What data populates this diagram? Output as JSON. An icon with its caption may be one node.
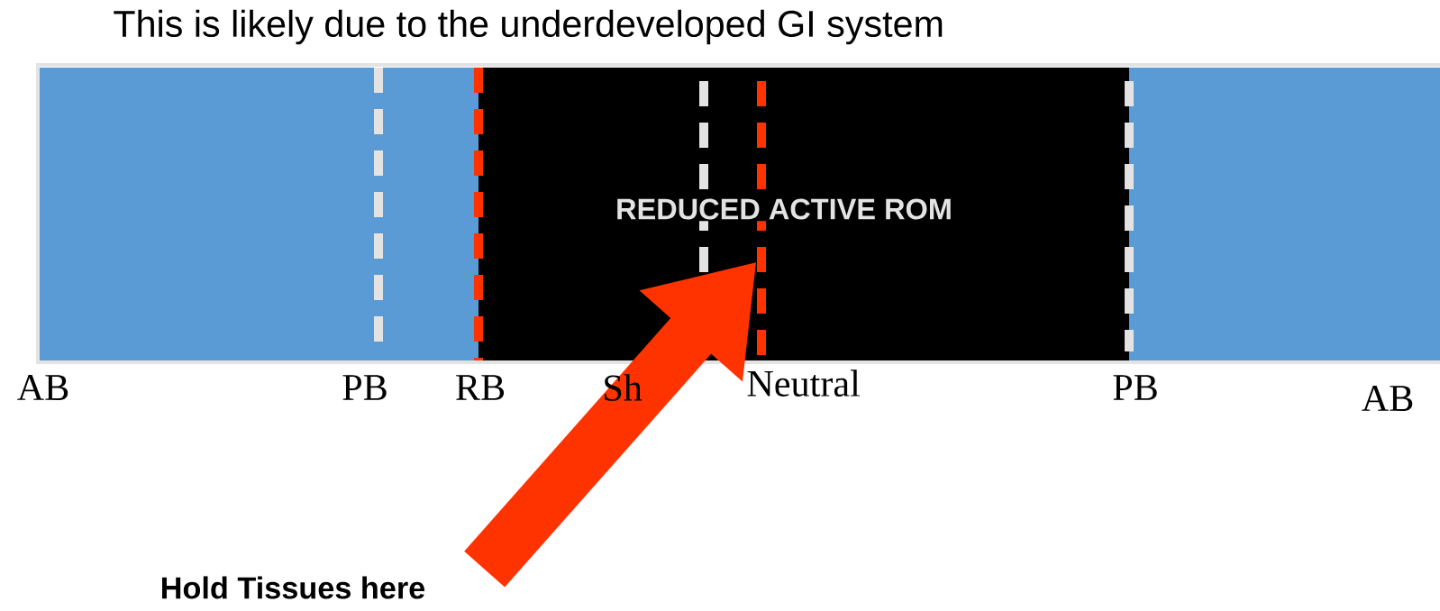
{
  "diagram": {
    "title": "This is likely due to the underdeveloped GI system",
    "nodes": [
      {
        "text": [],
        "shape": "bar"
      },
      {
        "text": [
          "REDUCED ACTIVE ROM"
        ]
      },
      {
        "text": [],
        "shape": "bar"
      },
      {
        "text": [
          "Hold Tissues here"
        ]
      },
      {
        "text": [],
        "shape": "bar",
        "in": 1,
        "beside": [
          "Neutral"
        ]
      }
    ],
    "edges": [
      {
        "from": 3,
        "to": 4,
        "arrow": "to",
        "color": "#ff3300"
      }
    ],
    "labels": [
      "AB",
      "PB",
      "RB",
      "Sh",
      "PB",
      "AB"
    ]
  }
}
